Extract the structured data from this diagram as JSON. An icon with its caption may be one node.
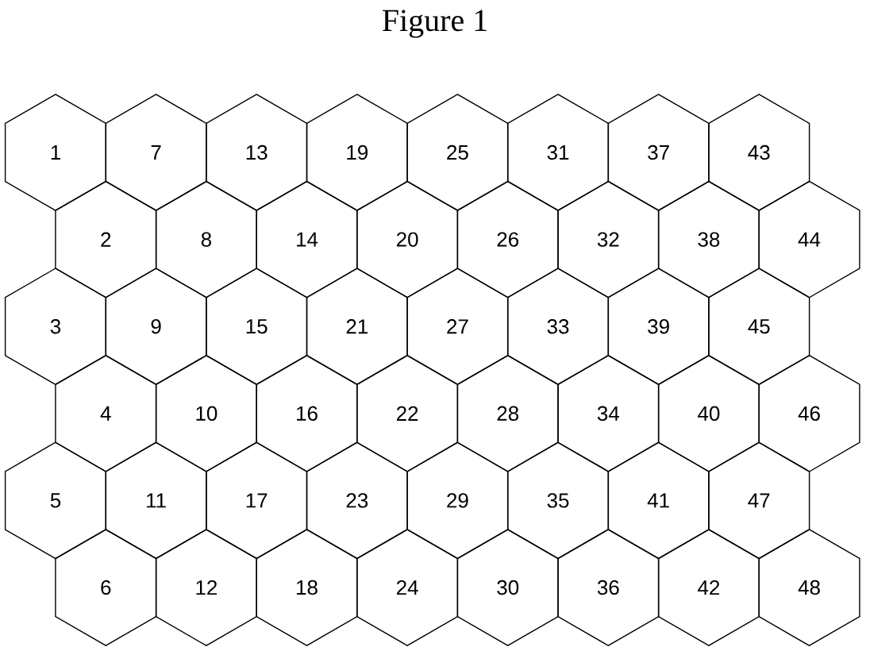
{
  "diagram": {
    "title": "Figure 1",
    "nodes": [
      {
        "text": [
          "1"
        ]
      },
      {
        "text": [
          "2"
        ]
      },
      {
        "text": [
          "3"
        ]
      },
      {
        "text": [
          "4"
        ]
      },
      {
        "text": [
          "5"
        ]
      },
      {
        "text": [
          "6"
        ]
      },
      {
        "text": [
          "7"
        ]
      },
      {
        "text": [
          "8"
        ]
      },
      {
        "text": [
          "9"
        ]
      },
      {
        "text": [
          "10"
        ]
      },
      {
        "text": [
          "11"
        ]
      },
      {
        "text": [
          "12"
        ]
      },
      {
        "text": [
          "13"
        ]
      },
      {
        "text": [
          "14"
        ]
      },
      {
        "text": [
          "15"
        ]
      },
      {
        "text": [
          "16"
        ]
      },
      {
        "text": [
          "17"
        ]
      },
      {
        "text": [
          "18"
        ]
      },
      {
        "text": [
          "19"
        ]
      },
      {
        "text": [
          "20"
        ]
      },
      {
        "text": [
          "21"
        ]
      },
      {
        "text": [
          "22"
        ]
      },
      {
        "text": [
          "23"
        ]
      },
      {
        "text": [
          "24"
        ]
      },
      {
        "text": [
          "25"
        ]
      },
      {
        "text": [
          "26"
        ]
      },
      {
        "text": [
          "27"
        ]
      },
      {
        "text": [
          "28"
        ]
      },
      {
        "text": [
          "29"
        ]
      },
      {
        "text": [
          "30"
        ]
      },
      {
        "text": [
          "31"
        ]
      },
      {
        "text": [
          "32"
        ]
      },
      {
        "text": [
          "33"
        ]
      },
      {
        "text": [
          "34"
        ]
      },
      {
        "text": [
          "35"
        ]
      },
      {
        "text": [
          "36"
        ]
      },
      {
        "text": [
          "37"
        ]
      },
      {
        "text": [
          "38"
        ]
      },
      {
        "text": [
          "39"
        ]
      },
      {
        "text": [
          "40"
        ]
      },
      {
        "text": [
          "41"
        ]
      },
      {
        "text": [
          "42"
        ]
      },
      {
        "text": [
          "43"
        ]
      },
      {
        "text": [
          "44"
        ]
      },
      {
        "text": [
          "45"
        ]
      },
      {
        "text": [
          "46"
        ]
      },
      {
        "text": [
          "47"
        ]
      },
      {
        "text": [
          "48"
        ]
      }
    ]
  }
}
